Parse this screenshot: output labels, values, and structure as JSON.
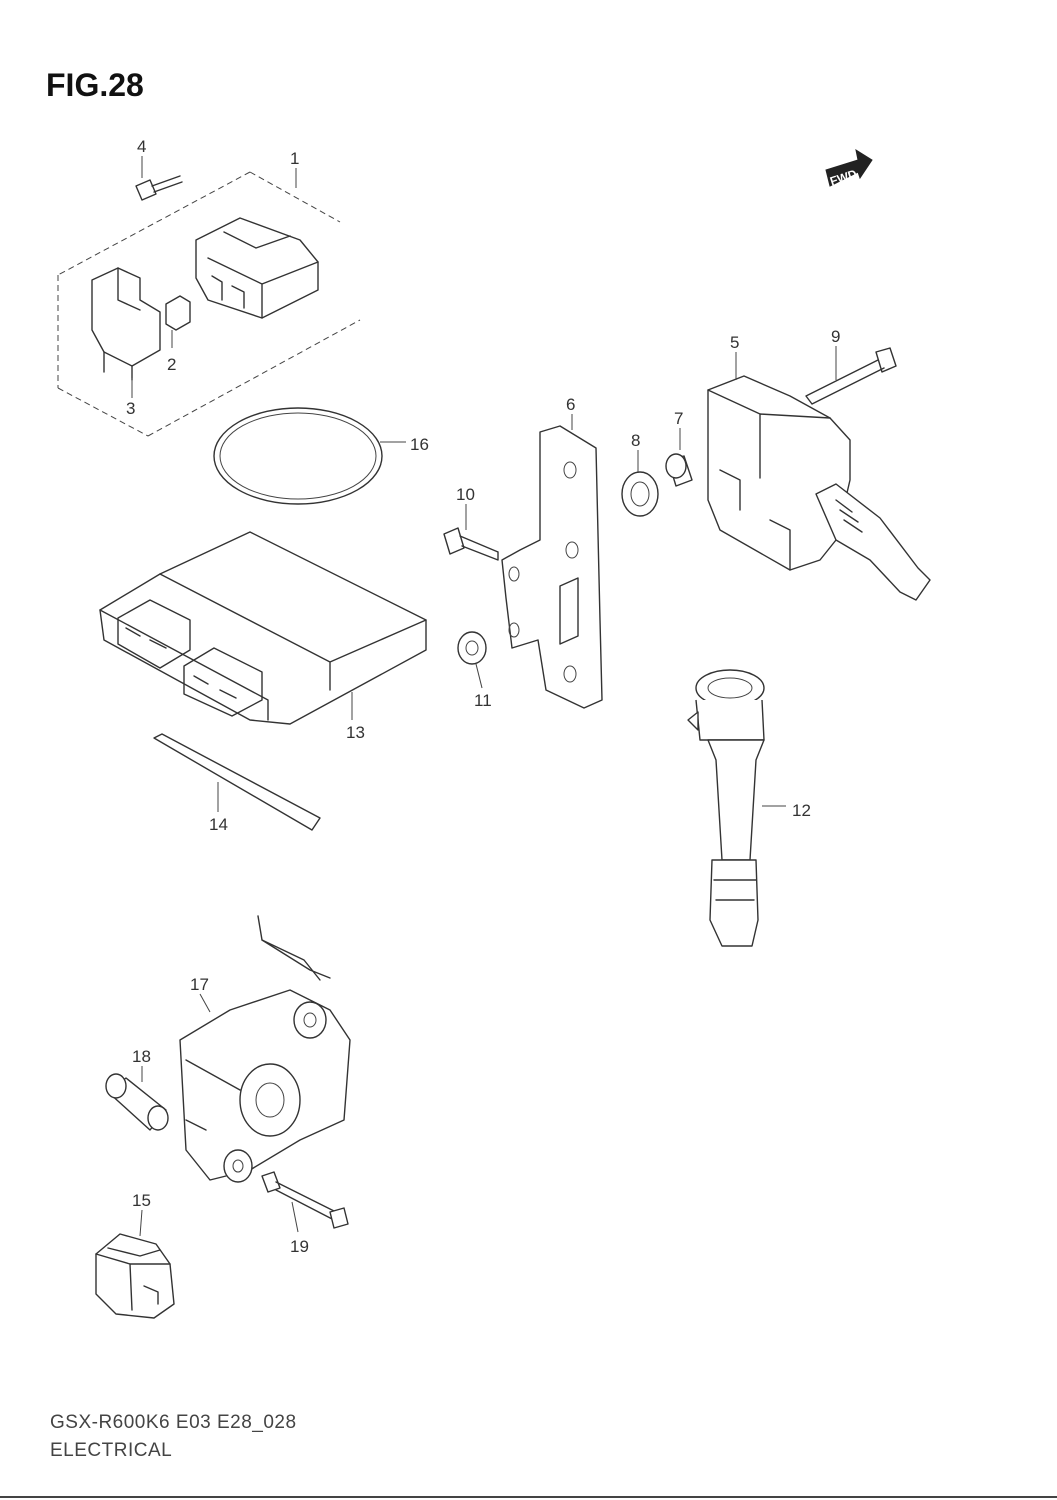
{
  "figure": {
    "title": "FIG.28"
  },
  "badge": {
    "fwd_label": "FWD"
  },
  "callouts": [
    {
      "id": "c1",
      "label": "1"
    },
    {
      "id": "c2",
      "label": "2"
    },
    {
      "id": "c3",
      "label": "3"
    },
    {
      "id": "c4",
      "label": "4"
    },
    {
      "id": "c5",
      "label": "5"
    },
    {
      "id": "c6",
      "label": "6"
    },
    {
      "id": "c7",
      "label": "7"
    },
    {
      "id": "c8",
      "label": "8"
    },
    {
      "id": "c9",
      "label": "9"
    },
    {
      "id": "c10",
      "label": "10"
    },
    {
      "id": "c11",
      "label": "11"
    },
    {
      "id": "c12",
      "label": "12"
    },
    {
      "id": "c13",
      "label": "13"
    },
    {
      "id": "c14",
      "label": "14"
    },
    {
      "id": "c15",
      "label": "15"
    },
    {
      "id": "c16",
      "label": "16"
    },
    {
      "id": "c17",
      "label": "17"
    },
    {
      "id": "c18",
      "label": "18"
    },
    {
      "id": "c19",
      "label": "19"
    }
  ],
  "footer": {
    "code": "GSX-R600K6 E03 E28_028",
    "section": "ELECTRICAL"
  }
}
